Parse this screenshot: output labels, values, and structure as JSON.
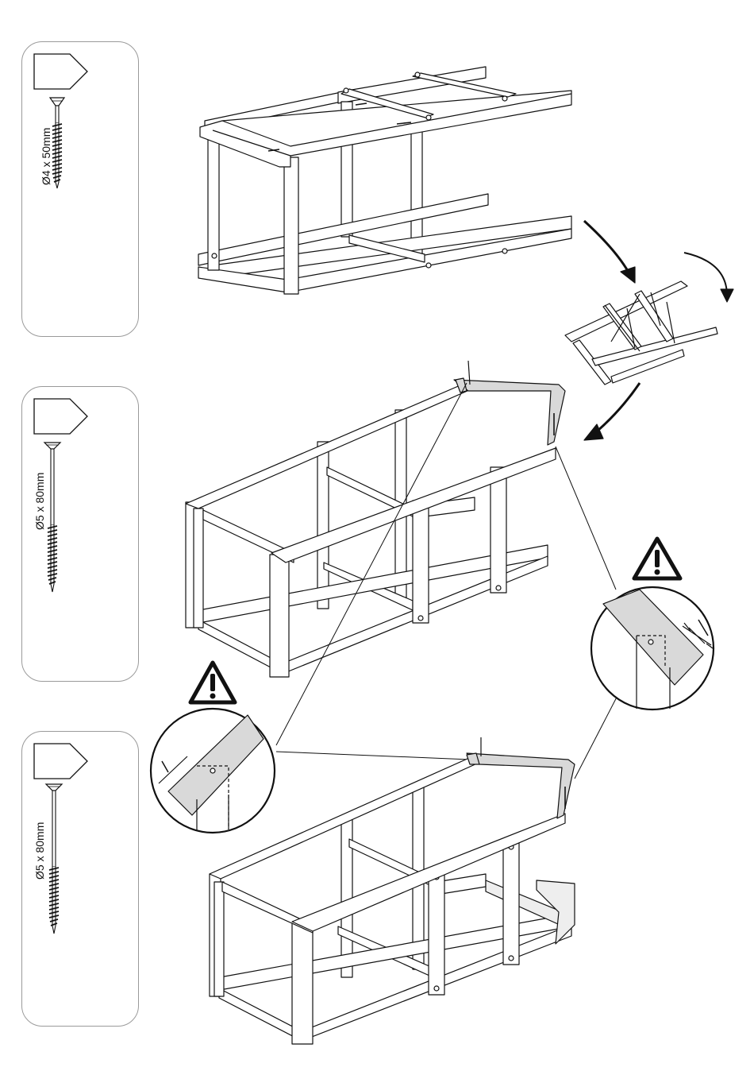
{
  "hardware_panels": [
    {
      "quantity": "",
      "screw_spec": "Ø4 x 50mm"
    },
    {
      "quantity": "",
      "screw_spec": "Ø5 x 80mm"
    },
    {
      "quantity": "",
      "screw_spec": "Ø5 x 80mm"
    }
  ],
  "icons": {
    "warning": "warning-triangle-icon",
    "rotate": "rotate-arrow-icon",
    "screw": "screw-icon",
    "quantity_tag": "quantity-tag-icon"
  },
  "colors": {
    "line": "#111111",
    "shaded_part": "#d9d9d9",
    "panel_border": "#9a9a9a"
  }
}
